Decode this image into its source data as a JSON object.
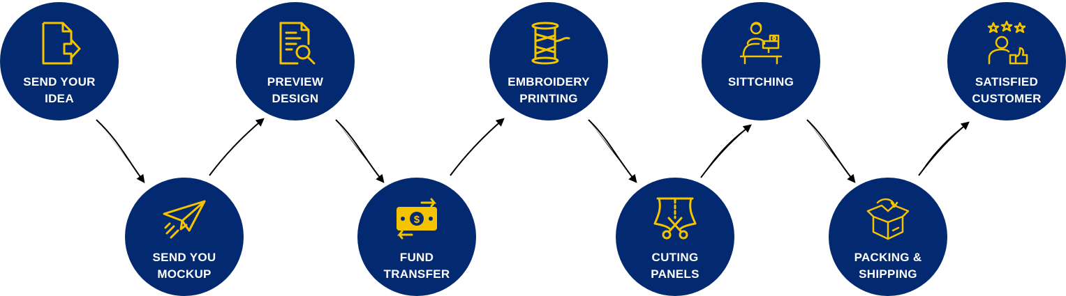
{
  "colors": {
    "circle": "#032a70",
    "icon": "#f5c400",
    "label": "#ffffff",
    "arrow": "#000000"
  },
  "steps": [
    {
      "icon": "document-send-icon",
      "lines": [
        "SEND YOUR",
        "IDEA"
      ]
    },
    {
      "icon": "paper-plane-icon",
      "lines": [
        "SEND YOU",
        "MOCKUP"
      ]
    },
    {
      "icon": "document-search-icon",
      "lines": [
        "PREVIEW",
        "DESIGN"
      ]
    },
    {
      "icon": "money-transfer-icon",
      "lines": [
        "FUND",
        "TRANSFER"
      ]
    },
    {
      "icon": "thread-spool-icon",
      "lines": [
        "EMBROIDERY",
        "PRINTING"
      ]
    },
    {
      "icon": "scissors-fabric-icon",
      "lines": [
        "CUTING",
        "PANELS"
      ]
    },
    {
      "icon": "sewing-machine-icon",
      "lines": [
        "SITTCHING"
      ]
    },
    {
      "icon": "open-box-icon",
      "lines": [
        "PACKING &",
        "SHIPPING"
      ]
    },
    {
      "icon": "customer-rating-icon",
      "lines": [
        "SATISFIED",
        "CUSTOMER"
      ]
    }
  ]
}
